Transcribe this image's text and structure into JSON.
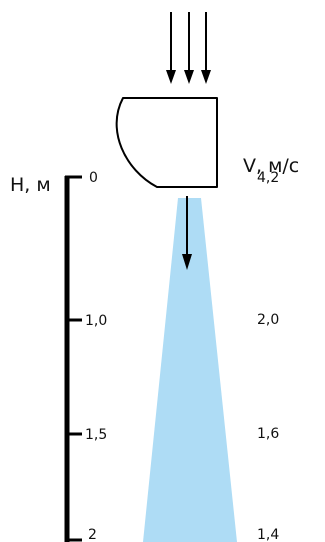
{
  "diagram": {
    "height_axis": {
      "title": "H, м",
      "ticks": [
        "0",
        "1,0",
        "1,5",
        "2"
      ]
    },
    "velocity_axis": {
      "title": "V, м/с",
      "values": [
        "4,2",
        "2,0",
        "1,6",
        "1,4"
      ]
    },
    "colors": {
      "stroke": "#000000",
      "jet_fill": "#aedcf5",
      "background": "#ffffff"
    }
  }
}
